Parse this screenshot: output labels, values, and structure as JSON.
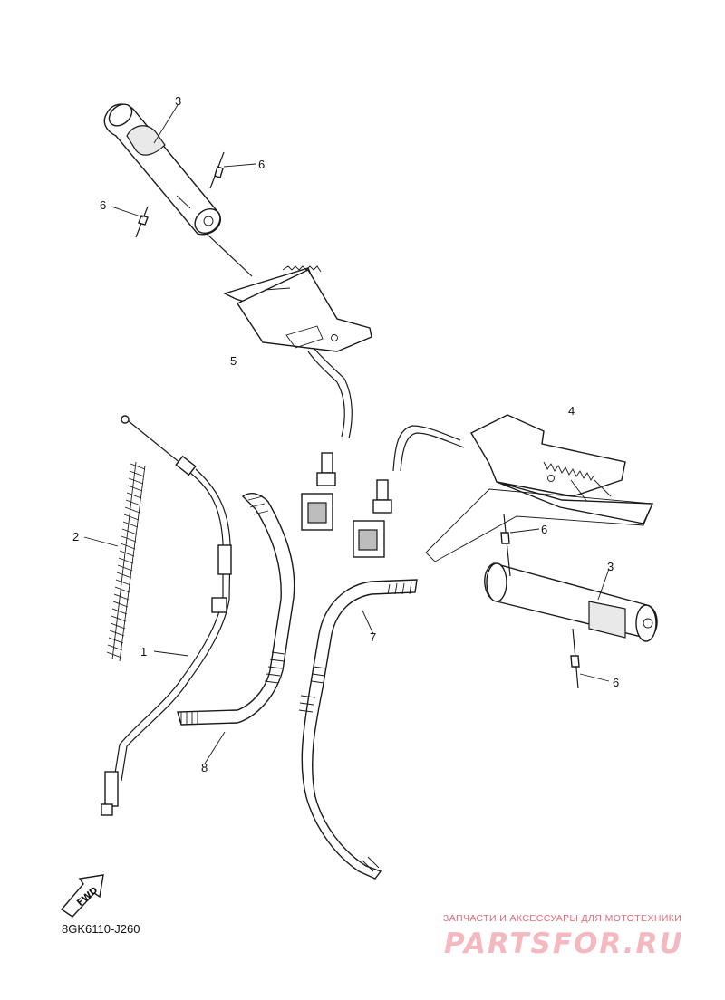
{
  "diagram": {
    "code": "8GK6110-J260",
    "fwd_label": "FWD",
    "callouts": {
      "c3_top": "3",
      "c6_top_right": "6",
      "c6_top_left": "6",
      "c5": "5",
      "c4": "4",
      "c2": "2",
      "c1": "1",
      "c6_mid": "6",
      "c3_right": "3",
      "c7": "7",
      "c6_bottom": "6",
      "c8": "8"
    }
  },
  "watermark": {
    "caption": "ЗАПЧАСТИ И АКСЕССУАРЫ ДЛЯ МОТОТЕХНИКИ",
    "logo": "PARTSFOR.RU"
  }
}
